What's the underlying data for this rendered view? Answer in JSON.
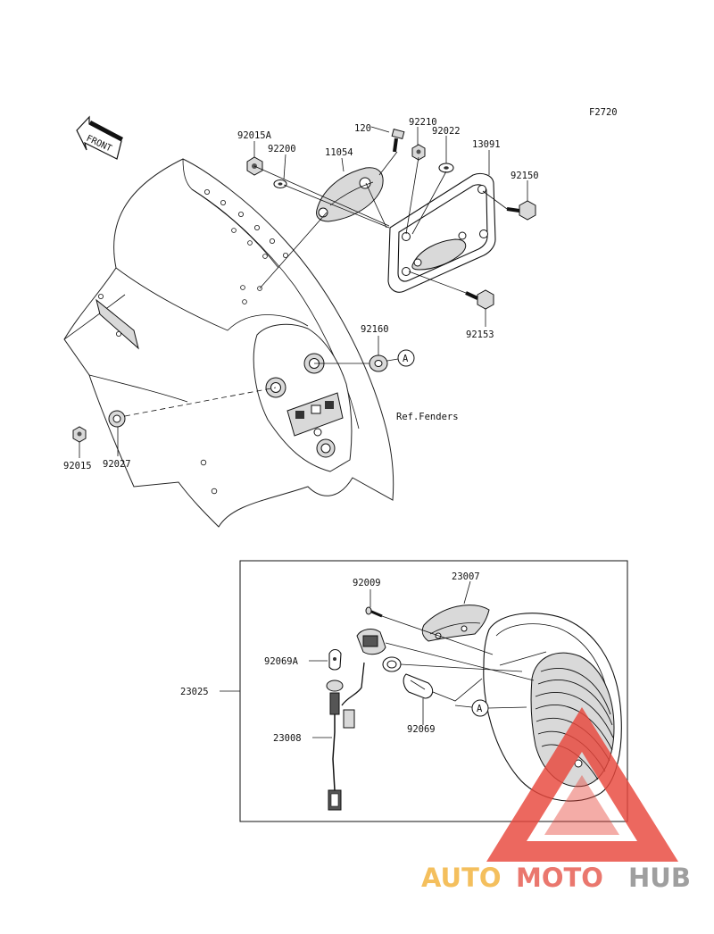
{
  "figure_code": "F2720",
  "front_label": "FRONT",
  "ref_note": "Ref.Fenders",
  "parts": {
    "p92015A": "92015A",
    "p92200": "92200",
    "p11054": "11054",
    "p120": "120",
    "p92210": "92210",
    "p92022": "92022",
    "p13091": "13091",
    "p92150": "92150",
    "p92153": "92153",
    "p92160": "92160",
    "p92015": "92015",
    "p92027": "92027",
    "p92009": "92009",
    "p23007": "23007",
    "p92069A": "92069A",
    "p23025": "23025",
    "p23008": "23008",
    "p92069": "92069"
  },
  "callout_a": "A",
  "watermark": {
    "auto": "AUTO",
    "moto": "MOTO",
    "hub": "HUB"
  },
  "colors": {
    "watermark_triangle": "#e8473c",
    "watermark_auto": "#f2b23a",
    "watermark_hub": "#8a8a8a"
  }
}
